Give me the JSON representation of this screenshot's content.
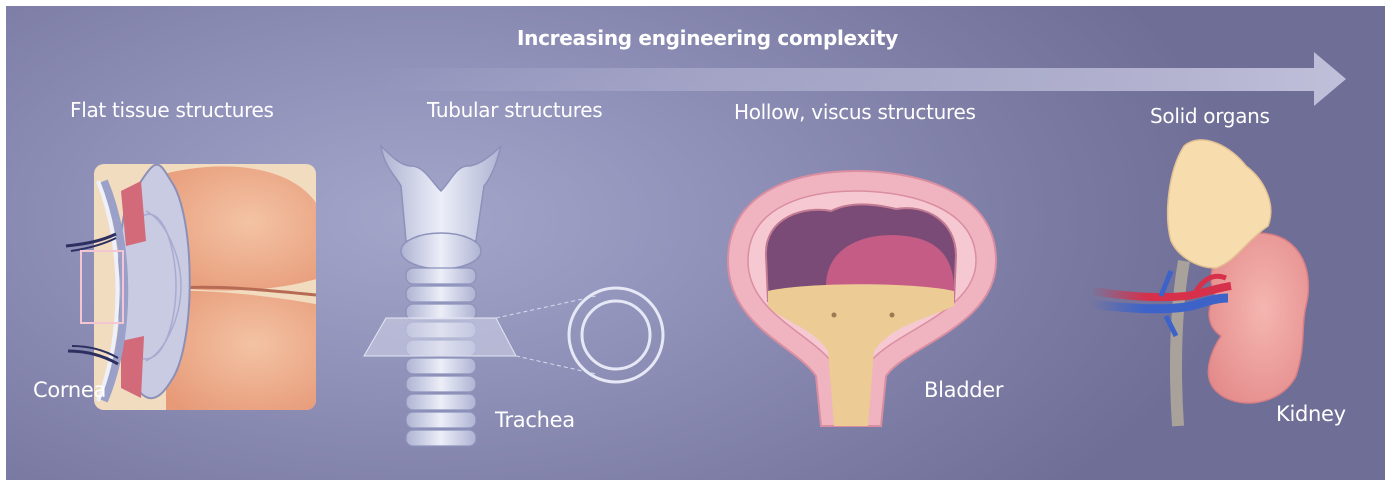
{
  "heading": "Increasing engineering complexity",
  "categories": [
    {
      "title": "Flat tissue structures",
      "example": "Cornea",
      "icon": "eye-cross-section"
    },
    {
      "title": "Tubular structures",
      "example": "Trachea",
      "icon": "trachea"
    },
    {
      "title": "Hollow, viscus structures",
      "example": "Bladder",
      "icon": "bladder-cross-section"
    },
    {
      "title": "Solid organs",
      "example": "Kidney",
      "icon": "kidney"
    }
  ],
  "colors": {
    "background": "#8f90b8",
    "text": "#ffffff",
    "arrow": "#b8b8d6",
    "tissue_pink": "#e9a0b0",
    "lens_peach": "#eea989"
  }
}
